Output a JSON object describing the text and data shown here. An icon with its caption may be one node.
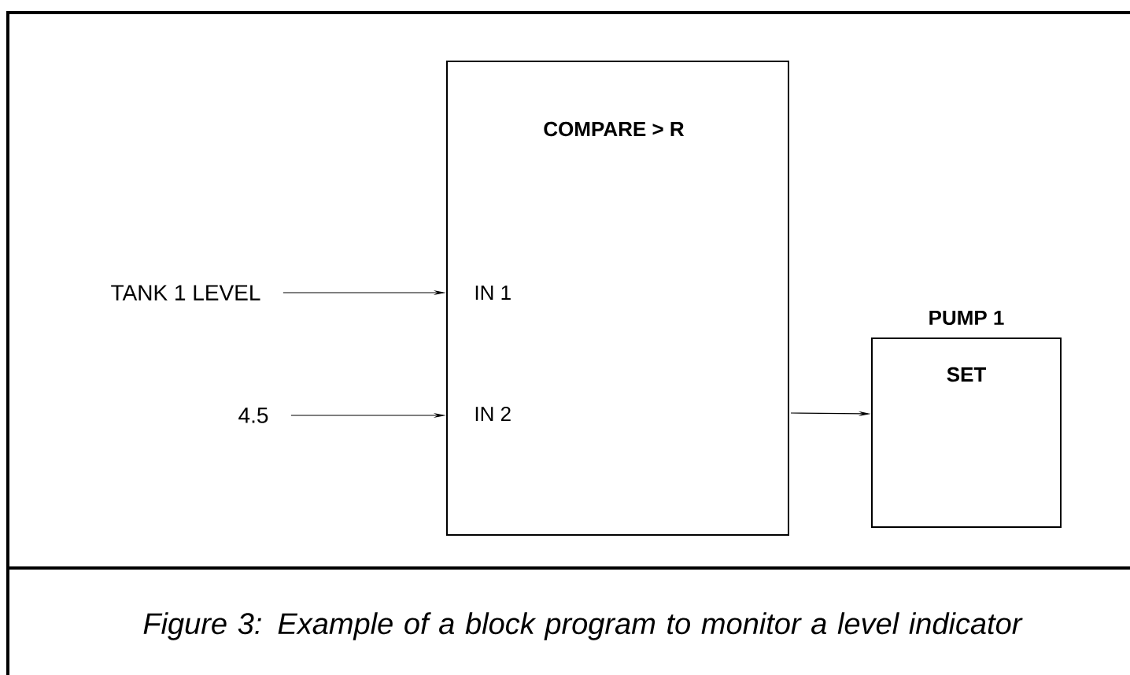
{
  "diagram": {
    "caption": "Figure 3: Example of a block program to monitor a level indicator",
    "nodes": [
      {
        "text": [
          "TANK 1 LEVEL"
        ]
      },
      {
        "text": [
          "4.5"
        ]
      },
      {
        "text": [
          "COMPARE > R",
          "IN 1",
          "IN 2"
        ]
      },
      {
        "text": [
          "PUMP 1",
          "SET"
        ]
      }
    ],
    "edges": [
      {
        "from": 0,
        "to": 2,
        "arrow": "to"
      },
      {
        "from": 1,
        "to": 2,
        "arrow": "to"
      },
      {
        "from": 2,
        "to": 3,
        "arrow": "to"
      }
    ]
  }
}
